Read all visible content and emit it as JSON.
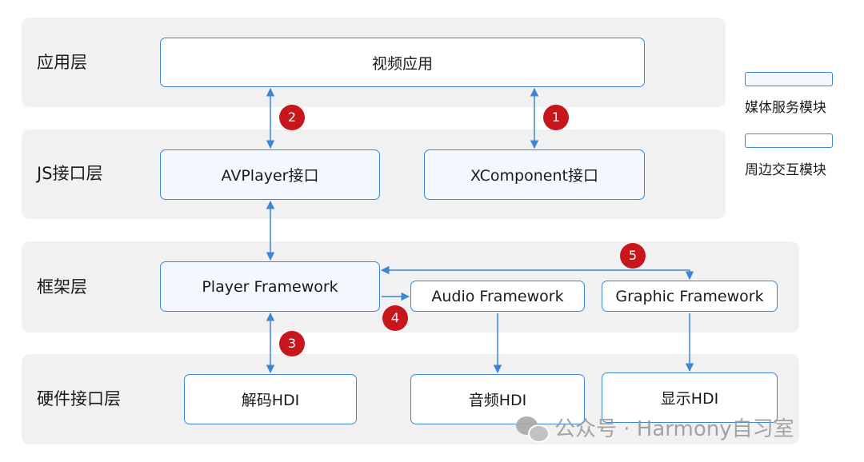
{
  "layers": {
    "app": "应用层",
    "js": "JS接口层",
    "framework": "框架层",
    "hardware": "硬件接口层"
  },
  "modules": {
    "video_app": "视频应用",
    "avplayer": "AVPlayer接口",
    "xcomponent": "XComponent接口",
    "player_framework": "Player Framework",
    "audio_framework": "Audio Framework",
    "graphic_framework": "Graphic Framework",
    "decode_hdi": "解码HDI",
    "audio_hdi": "音频HDI",
    "display_hdi": "显示HDI"
  },
  "badges": [
    "1",
    "2",
    "3",
    "4",
    "5"
  ],
  "legend": {
    "media": "媒体服务模块",
    "peripheral": "周边交互模块"
  },
  "colors": {
    "band": "#f1f1f1",
    "border": "#3d86d4",
    "media_fill": "#f2f8fe",
    "peripheral_fill": "#ffffff",
    "arrow": "#3d86d4",
    "badge": "#c8161d"
  },
  "watermark": {
    "text": "公众号 · Harmony自习室",
    "icon": "wechat-icon"
  }
}
